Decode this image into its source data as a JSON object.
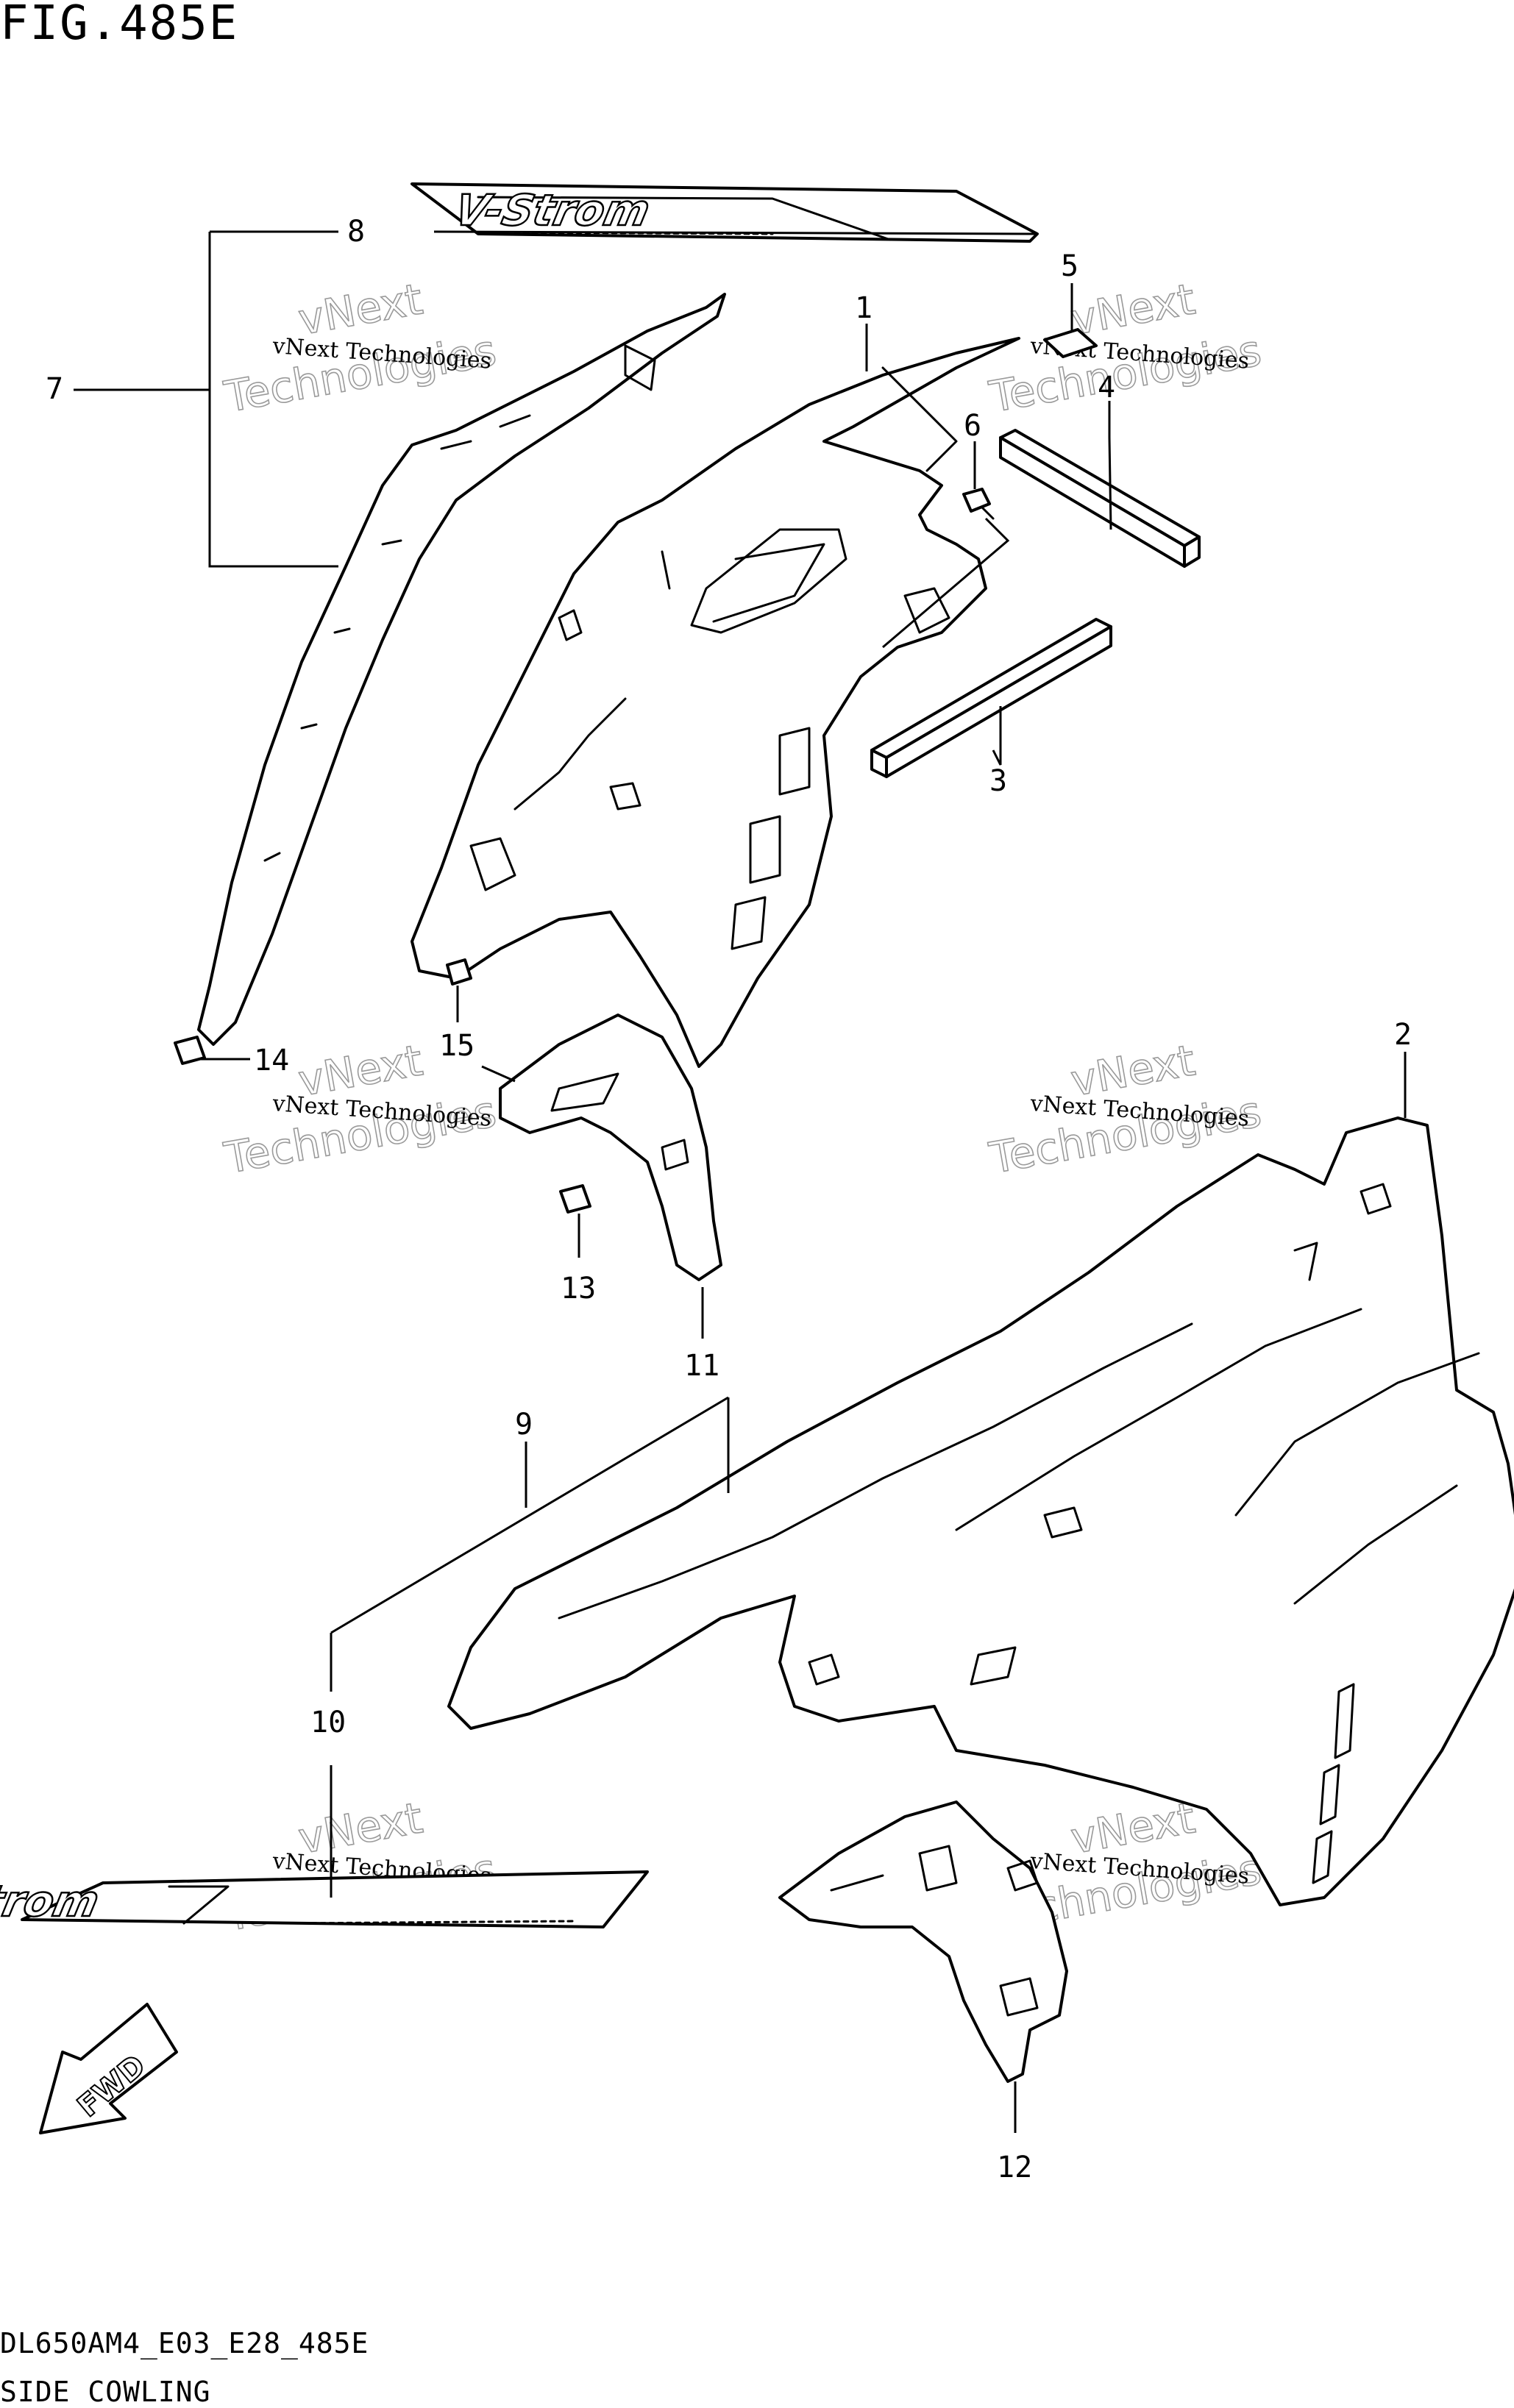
{
  "figure": {
    "title": "FIG.485E",
    "code": "DL650AM4_E03_E28_485E",
    "name": "SIDE COWLING"
  },
  "parts": [
    {
      "id": "part-1",
      "number": "1"
    },
    {
      "id": "part-2",
      "number": "2"
    },
    {
      "id": "part-3",
      "number": "3"
    },
    {
      "id": "part-4",
      "number": "4"
    },
    {
      "id": "part-5",
      "number": "5"
    },
    {
      "id": "part-6",
      "number": "6"
    },
    {
      "id": "part-7",
      "number": "7"
    },
    {
      "id": "part-8",
      "number": "8"
    },
    {
      "id": "part-9",
      "number": "9"
    },
    {
      "id": "part-10",
      "number": "10"
    },
    {
      "id": "part-11",
      "number": "11"
    },
    {
      "id": "part-12",
      "number": "12"
    },
    {
      "id": "part-13",
      "number": "13"
    },
    {
      "id": "part-14",
      "number": "14"
    },
    {
      "id": "part-15",
      "number": "15"
    }
  ],
  "decal_text": "V-Strom",
  "fwd_label": "FWD",
  "watermark": {
    "line": "vNext Technologies",
    "brand_top": "vNext",
    "brand_bottom": "Technologies"
  }
}
